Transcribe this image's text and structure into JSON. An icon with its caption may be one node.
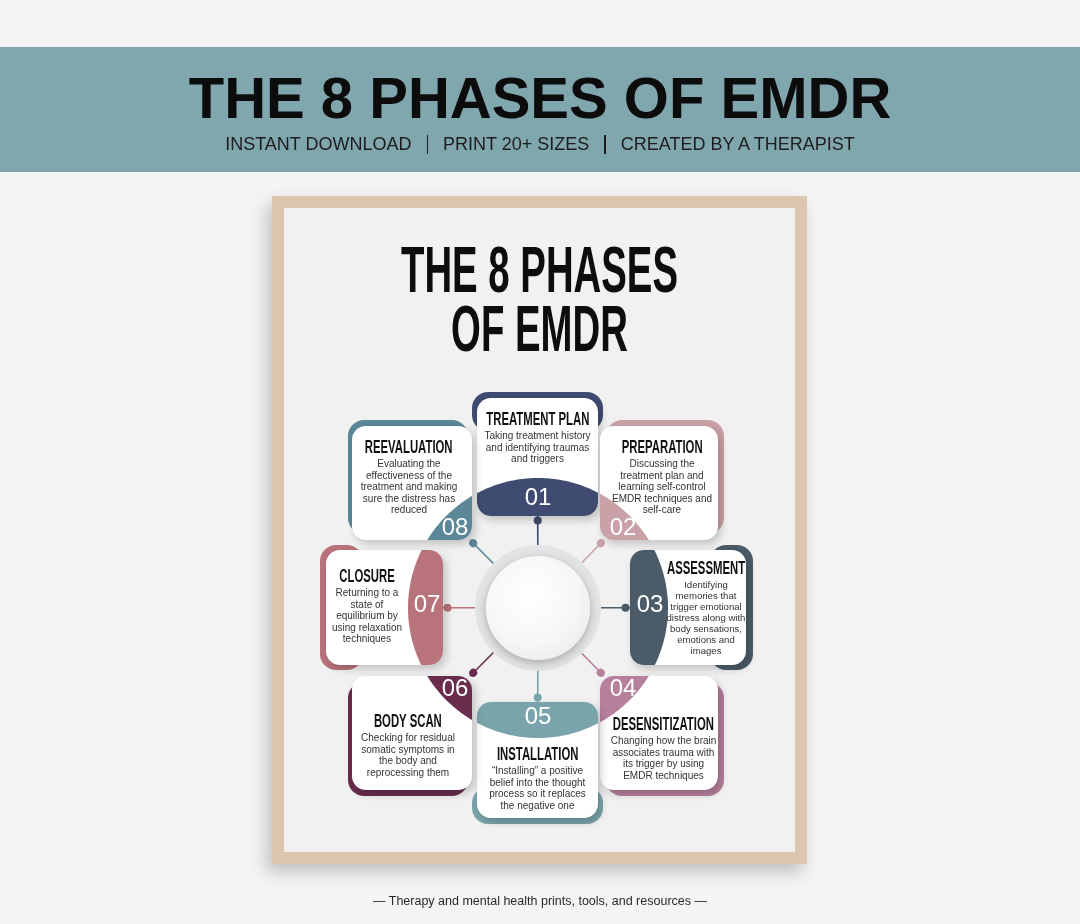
{
  "diagram": {
    "title": "THE 8 PHASES OF EMDR",
    "nodes": [
      {
        "text": [
          "THE 8 PHASES OF EMDR"
        ]
      },
      {
        "text": [
          "TREATMENT PLAN",
          "Taking treatment history and identifying traumas and triggers",
          "01"
        ],
        "in": 0
      },
      {
        "text": [
          "PREPARATION",
          "Discussing the treatment plan and learning self-control EMDR techniques and self-care",
          "02"
        ],
        "in": 0
      },
      {
        "text": [
          "03",
          "ASSESSMENT",
          "Identifying memories that trigger emotional distress along with body sensations, emotions and images"
        ],
        "in": 0
      },
      {
        "text": [
          "04",
          "DESENSITIZATION",
          "Changing how the brain associates trauma with its trigger by using EMDR techniques"
        ],
        "in": 0
      },
      {
        "text": [
          "05",
          "INSTALLATION",
          "“Installing” a positive belief into the thought process so it replaces the negative one"
        ],
        "in": 0
      },
      {
        "text": [
          "06",
          "BODY SCAN",
          "Checking for residual somatic symptoms in the body and reprocessing them"
        ],
        "in": 0
      },
      {
        "text": [
          "CLOSURE",
          "Returning to a state of equilibrium by using relaxation techniques",
          "07"
        ],
        "in": 0
      },
      {
        "text": [
          "REEVALUATION",
          "Evaluating the effectiveness of the treatment and making sure the distress has reduced",
          "08"
        ],
        "in": 0
      },
      {
        "text": [],
        "shape": "circle",
        "in": 0
      }
    ],
    "edges": [
      {
        "from": 9,
        "to": 1,
        "arrow": "other",
        "color": "#3f4b70"
      },
      {
        "from": 9,
        "to": 2,
        "arrow": "other",
        "color": "#c9a1a6"
      },
      {
        "from": 9,
        "to": 3,
        "arrow": "other",
        "color": "#4b5c68"
      },
      {
        "from": 9,
        "to": 4,
        "arrow": "other",
        "color": "#b67f9b"
      },
      {
        "from": 9,
        "to": 5,
        "arrow": "other",
        "color": "#7aa4ac"
      },
      {
        "from": 9,
        "to": 6,
        "arrow": "other",
        "color": "#6a2c4c"
      },
      {
        "from": 9,
        "to": 7,
        "arrow": "other",
        "color": "#b9737b"
      },
      {
        "from": 9,
        "to": 8,
        "arrow": "other",
        "color": "#5b8798"
      }
    ],
    "labels": [
      "INSTANT DOWNLOAD",
      "PRINT 20+ SIZES",
      "CREATED BY A THERAPIST",
      "— Therapy and mental health prints, tools, and resources —"
    ]
  }
}
